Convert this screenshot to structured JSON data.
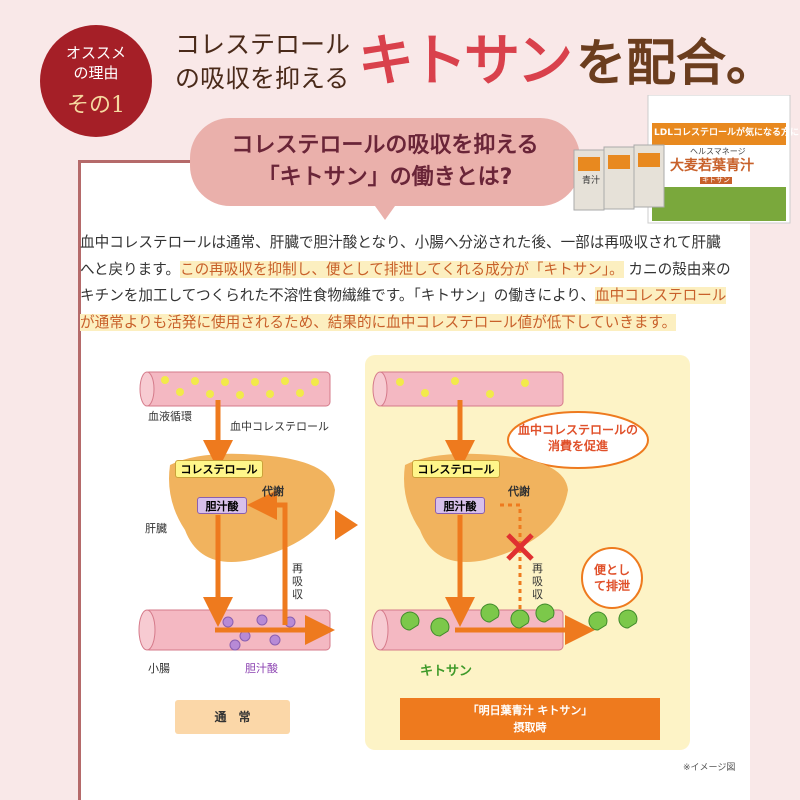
{
  "badge": {
    "line1": "オススメ",
    "line2": "の理由",
    "line3": "その1"
  },
  "headline": {
    "small_line1": "コレステロール",
    "small_line2": "の吸収を抑える",
    "highlight": "キトサン",
    "suffix": "を配合。"
  },
  "bubble": {
    "line1": "コレステロールの吸収を抑える",
    "line2": "「キトサン」の働きとは?"
  },
  "product": {
    "banner": "LDLコレステロールが気になる方に",
    "brand": "ヘルスマネージ",
    "name": "大麦若葉青汁",
    "sub": "キトサン",
    "sachet": "青汁"
  },
  "paragraph": {
    "p1": "血中コレステロールは通常、肝臓で胆汁酸となり、小腸へ分泌された後、一部は再吸収されて肝臓へと戻ります。",
    "h1": "この再吸収を抑制し、便として排泄してくれる成分が「キトサン」。",
    "p2": "カニの殻由来のキチンを加工してつくられた不溶性食物繊維です。「キトサン」の働きにより、",
    "h2": "血中コレステロールが通常よりも活発に使用されるため、結果的に血中コレステロール値が低下していきます。"
  },
  "left_diagram": {
    "blood_circulation": "血液循環",
    "blood_cholesterol": "血中コレステロール",
    "cholesterol": "コレステロール",
    "bile_acid_box": "胆汁酸",
    "metabolism": "代謝",
    "liver": "肝臓",
    "reabsorption": "再吸収",
    "small_intestine": "小腸",
    "bile_acid": "胆汁酸",
    "caption": "通　常"
  },
  "right_diagram": {
    "callout": "血中コレステロールの消費を促進",
    "cholesterol": "コレステロール",
    "bile_acid_box": "胆汁酸",
    "metabolism": "代謝",
    "reabsorption": "再吸収",
    "excretion": "便として排泄",
    "chitosan": "キトサン",
    "caption_line1": "「明日葉青汁 キトサン」",
    "caption_line2": "摂取時"
  },
  "note": "※イメージ図",
  "colors": {
    "badge": "#a51f27",
    "accent_red": "#d9414c",
    "orange": "#ee7a1e",
    "bubble": "#eab0ab"
  }
}
